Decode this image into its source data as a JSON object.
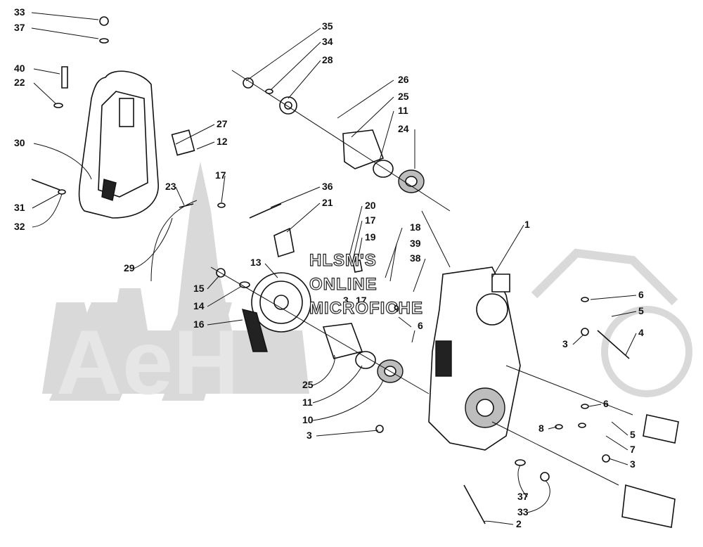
{
  "watermark": {
    "line1": "HLSM'S",
    "line2": "ONLINE",
    "line3": "MICROFICHE",
    "logo_text": "AeH"
  },
  "colors": {
    "ink": "#111111",
    "watermark_gray": "#d9d9d9",
    "background": "#ffffff"
  },
  "callouts": [
    {
      "id": "c33a",
      "label": "33"
    },
    {
      "id": "c37a",
      "label": "37"
    },
    {
      "id": "c40",
      "label": "40"
    },
    {
      "id": "c22",
      "label": "22"
    },
    {
      "id": "c30",
      "label": "30"
    },
    {
      "id": "c31",
      "label": "31"
    },
    {
      "id": "c32",
      "label": "32"
    },
    {
      "id": "c35",
      "label": "35"
    },
    {
      "id": "c34",
      "label": "34"
    },
    {
      "id": "c28",
      "label": "28"
    },
    {
      "id": "c26",
      "label": "26"
    },
    {
      "id": "c25a",
      "label": "25"
    },
    {
      "id": "c11a",
      "label": "11"
    },
    {
      "id": "c24",
      "label": "24"
    },
    {
      "id": "c27",
      "label": "27"
    },
    {
      "id": "c12",
      "label": "12"
    },
    {
      "id": "c17a",
      "label": "17"
    },
    {
      "id": "c23",
      "label": "23"
    },
    {
      "id": "c36",
      "label": "36"
    },
    {
      "id": "c21",
      "label": "21"
    },
    {
      "id": "c20",
      "label": "20"
    },
    {
      "id": "c17b",
      "label": "17"
    },
    {
      "id": "c19",
      "label": "19"
    },
    {
      "id": "c18",
      "label": "18"
    },
    {
      "id": "c39",
      "label": "39"
    },
    {
      "id": "c38",
      "label": "38"
    },
    {
      "id": "c1",
      "label": "1"
    },
    {
      "id": "c29",
      "label": "29"
    },
    {
      "id": "c13",
      "label": "13"
    },
    {
      "id": "c15",
      "label": "15"
    },
    {
      "id": "c14",
      "label": "14"
    },
    {
      "id": "c16",
      "label": "16"
    },
    {
      "id": "c3a",
      "label": "3"
    },
    {
      "id": "c17c",
      "label": "17"
    },
    {
      "id": "c9",
      "label": "9"
    },
    {
      "id": "c6a",
      "label": "6"
    },
    {
      "id": "c6b",
      "label": "6"
    },
    {
      "id": "c5a",
      "label": "5"
    },
    {
      "id": "c3b",
      "label": "3"
    },
    {
      "id": "c4",
      "label": "4"
    },
    {
      "id": "c25b",
      "label": "25"
    },
    {
      "id": "c11b",
      "label": "11"
    },
    {
      "id": "c10",
      "label": "10"
    },
    {
      "id": "c3c",
      "label": "3"
    },
    {
      "id": "c6c",
      "label": "6"
    },
    {
      "id": "c8",
      "label": "8"
    },
    {
      "id": "c5b",
      "label": "5"
    },
    {
      "id": "c7",
      "label": "7"
    },
    {
      "id": "c3d",
      "label": "3"
    },
    {
      "id": "c37b",
      "label": "37"
    },
    {
      "id": "c33b",
      "label": "33"
    },
    {
      "id": "c2",
      "label": "2"
    }
  ]
}
